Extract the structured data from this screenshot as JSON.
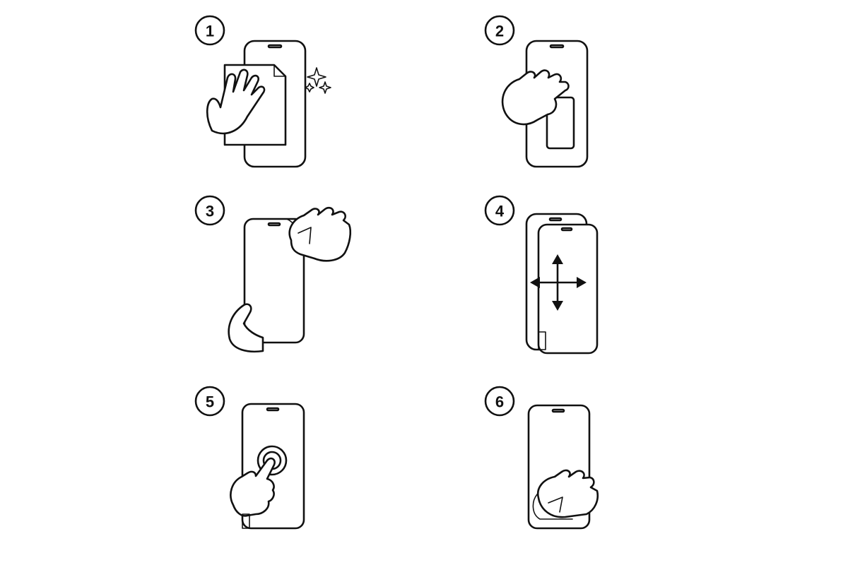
{
  "steps": [
    {
      "number": "1",
      "icon": "clean-screen-with-cloth"
    },
    {
      "number": "2",
      "icon": "wipe-screen-with-sticker"
    },
    {
      "number": "3",
      "icon": "peel-protector-film"
    },
    {
      "number": "4",
      "icon": "align-protector"
    },
    {
      "number": "5",
      "icon": "press-center"
    },
    {
      "number": "6",
      "icon": "smooth-out-bubbles"
    }
  ],
  "colors": {
    "line": "#111111",
    "background": "#ffffff"
  }
}
